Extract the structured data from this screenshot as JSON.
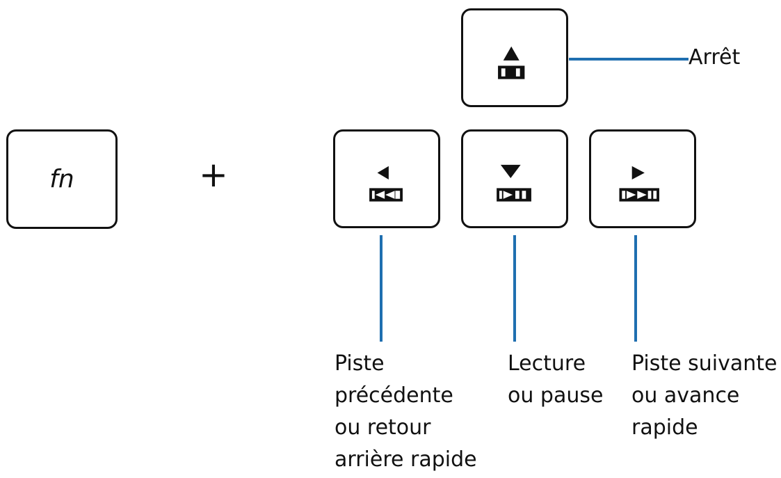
{
  "keys": {
    "fn": {
      "label": "fn"
    },
    "plus": "+",
    "stop": {
      "arrow": "up",
      "media_icon": "stop"
    },
    "prev": {
      "arrow": "left",
      "media_icon": "previous-track"
    },
    "play": {
      "arrow": "down",
      "media_icon": "play-pause"
    },
    "next": {
      "arrow": "right",
      "media_icon": "next-track"
    }
  },
  "labels": {
    "stop": [
      "Arrêt"
    ],
    "prev": [
      "Piste",
      "précédente",
      "ou retour",
      "arrière rapide"
    ],
    "play": [
      "Lecture",
      "ou pause"
    ],
    "next": [
      "Piste suivante",
      "ou avance",
      "rapide"
    ]
  },
  "colors": {
    "leader_line": "#1f6fb0",
    "key_outline": "#111111"
  }
}
